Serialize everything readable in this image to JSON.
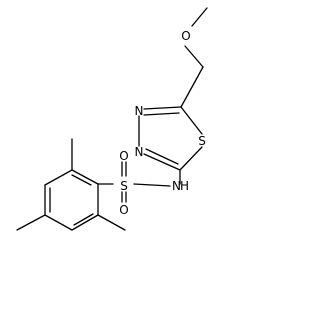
{
  "molecule": {
    "labels": {
      "o_methoxy": "O",
      "n_ring_upper": "N",
      "n_ring_lower": "N",
      "s_ring": "S",
      "n_amide": "N",
      "h_amide": "H",
      "s_sulfonyl": "S",
      "o_sulfonyl_left": "O",
      "o_sulfonyl_right": "O"
    }
  },
  "colors": {
    "bond": "#000000",
    "label": "#000000",
    "background": "#ffffff"
  }
}
